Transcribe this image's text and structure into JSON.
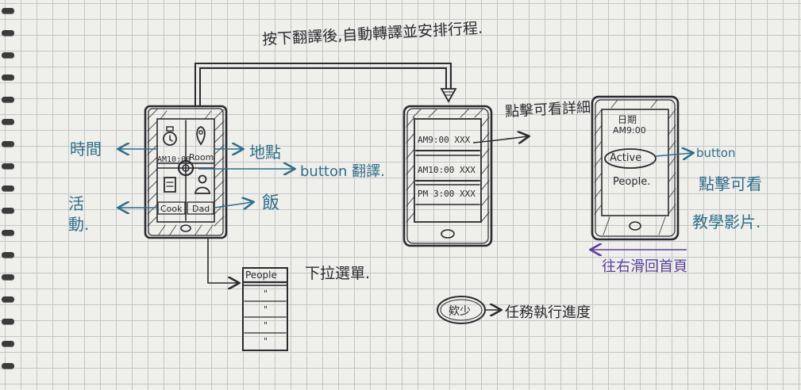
{
  "diagram": {
    "top_note": "按下翻譯後,自動轉譯並安排行程.",
    "left_labels": {
      "time": "時間",
      "activity": "活動.",
      "location": "地點",
      "button_translate": "button 翻譯.",
      "food": "飯"
    },
    "phone1": {
      "cells": [
        "AM10:00",
        "Room",
        "Cook",
        "Dad"
      ]
    },
    "dropdown": {
      "header": "People",
      "rows": [
        "\"",
        "\"",
        "\"",
        "\""
      ],
      "note": "下拉選單."
    },
    "phone2": {
      "rows": [
        "AM9:00 XXX",
        "AM10:00 XXX",
        "PM 3:00 XXX"
      ],
      "note": "點擊可看詳細"
    },
    "phone3": {
      "date": "日期",
      "time": "AM9:00",
      "active": "Active",
      "people": "People.",
      "right_note_1": "button",
      "right_note_2": "點擊可看",
      "right_note_3": "教學影片.",
      "swipe_note": "往右滑回首頁"
    },
    "progress": {
      "badge": "欸少",
      "note": "任務執行進度"
    }
  }
}
